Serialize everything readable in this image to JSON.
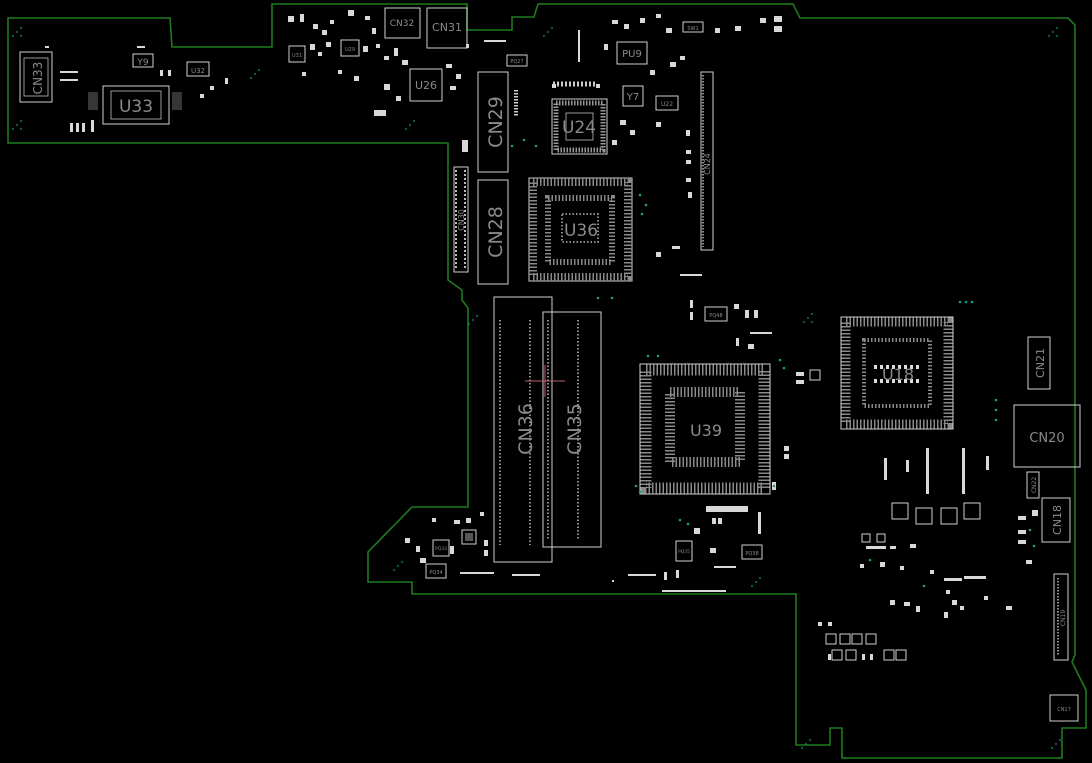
{
  "colors": {
    "background": "#000000",
    "board_outline": "#1f7a1f",
    "silkscreen": "#cfcfcf",
    "label": "#8a8a8a",
    "via": "#1c9a8a",
    "cursor": "#c06070"
  },
  "labels": {
    "cn33": "CN33",
    "y9": "Y9",
    "u32": "U32",
    "u33": "U33",
    "cn32": "CN32",
    "cn31": "CN31",
    "u31": "U31",
    "u29": "U29",
    "u26": "U26",
    "pq27": "PQ27",
    "cn29": "CN29",
    "cn28": "CN28",
    "cn30": "CN30",
    "u24": "U24",
    "u36": "U36",
    "pu9": "PU9",
    "y7": "Y7",
    "u22": "U22",
    "cn24": "CN24",
    "sw1": "SW1",
    "cn36": "CN36",
    "cn35": "CN35",
    "u39": "U39",
    "u18": "U18",
    "pq48": "PQ48",
    "cn21": "CN21",
    "cn20": "CN20",
    "cn22": "CN22",
    "cn18": "CN18",
    "cn17": "CN17",
    "cn19": "CN19",
    "pq33": "PQ33",
    "pq34": "PQ34",
    "pq38": "PQ38",
    "pq35": "PQ35"
  }
}
